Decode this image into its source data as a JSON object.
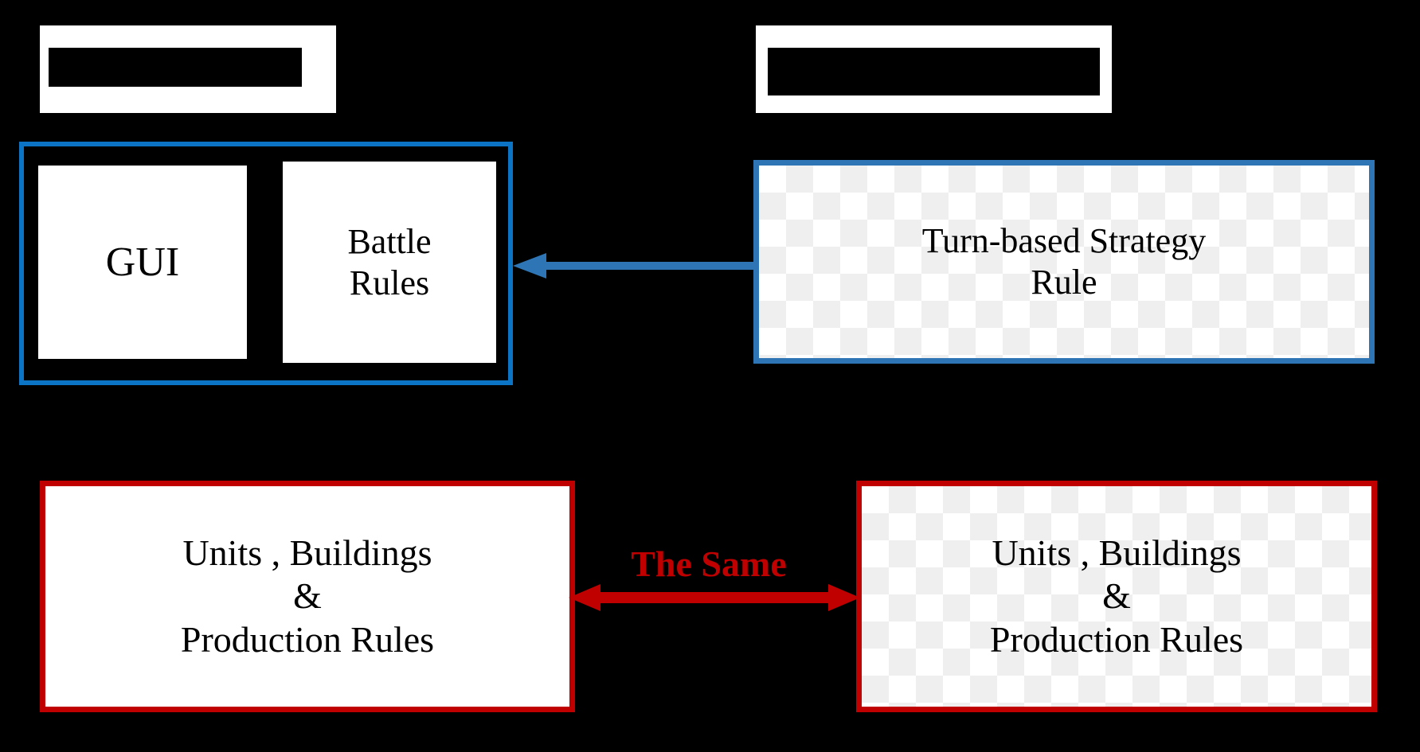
{
  "diagram": {
    "background_color": "#000000",
    "accent_blue_left": "#0b74c4",
    "accent_blue_right": "#2e75b6",
    "accent_red": "#c00000",
    "checker_light": "#efefef",
    "checker_white": "#ffffff"
  },
  "titles": {
    "left": {
      "name": "left-title-redacted",
      "text": "",
      "redacted": true
    },
    "right": {
      "name": "right-title-redacted",
      "text": "",
      "redacted": true
    }
  },
  "left_column": {
    "blue_group": {
      "panels": [
        {
          "label": "GUI"
        },
        {
          "label": "Battle\nRules"
        }
      ]
    },
    "red_group": {
      "panel": {
        "label": "Units , Buildings\n&\nProduction Rules"
      }
    }
  },
  "right_column": {
    "blue_group": {
      "panel": {
        "label": "Turn-based Strategy\nRule"
      }
    },
    "red_group": {
      "panel": {
        "label": "Units , Buildings\n&\nProduction Rules"
      }
    }
  },
  "connectors": {
    "top": {
      "name": "blue-left-arrow",
      "direction": "left",
      "color": "#2e75b6",
      "caption": ""
    },
    "bottom": {
      "name": "red-double-arrow",
      "direction": "both",
      "color": "#c00000",
      "caption": "The Same"
    }
  }
}
